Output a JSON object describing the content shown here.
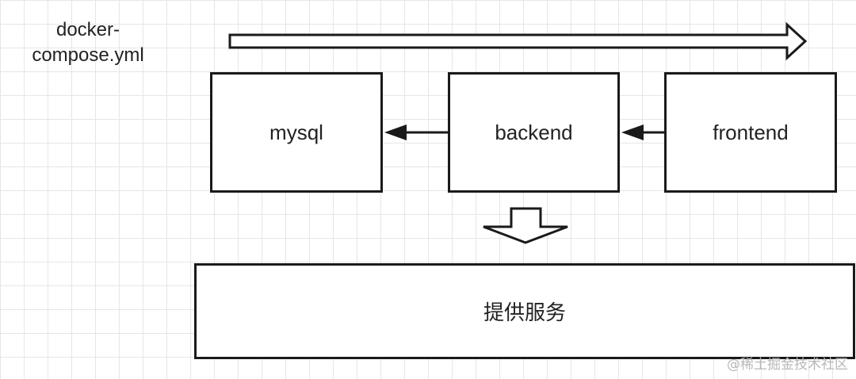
{
  "diagram": {
    "compose_label_line1": "docker-",
    "compose_label_line2": "compose.yml",
    "boxes": {
      "mysql": "mysql",
      "backend": "backend",
      "frontend": "frontend",
      "service": "提供服务"
    },
    "watermark": "@稀土掘金技术社区"
  },
  "colors": {
    "stroke": "#1a1a1a",
    "grid": "#e6e6e6",
    "text": "#222222",
    "watermark": "#b8b8b8"
  }
}
